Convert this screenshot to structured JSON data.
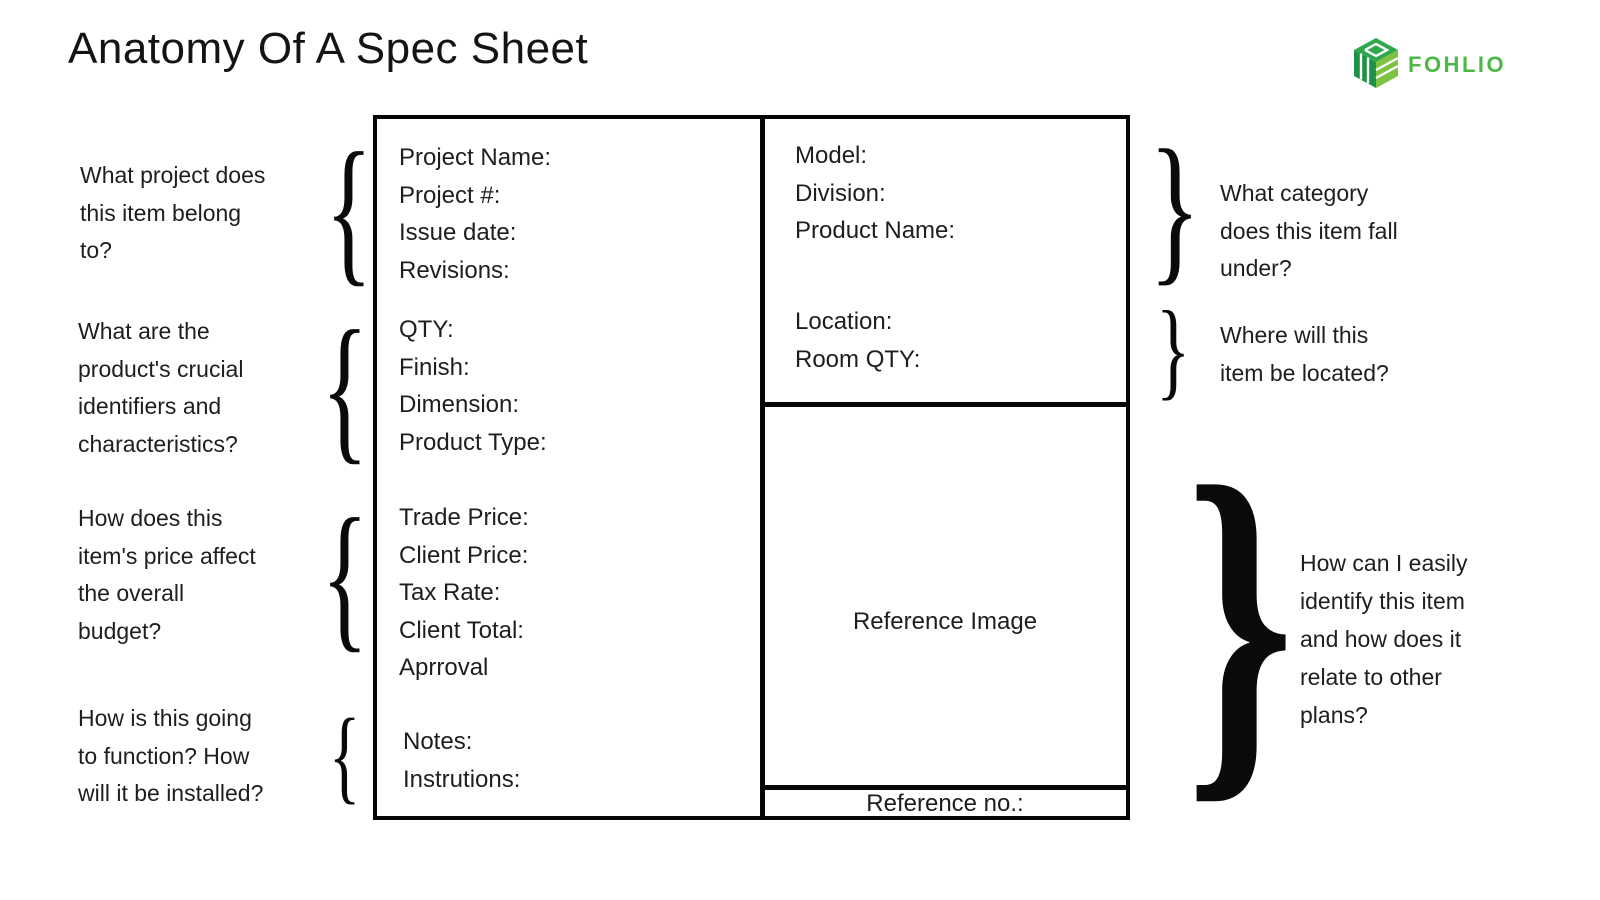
{
  "title": "Anatomy Of A Spec Sheet",
  "logo": {
    "brand_name": "FOHLIO",
    "colors": {
      "brand_green": "#4db848",
      "cube_dark_green": "#1d9347",
      "cube_mid_green": "#2fa84c",
      "cube_light_green": "#7ec242"
    }
  },
  "colors": {
    "text": "#1e1e1e",
    "border": "#060606",
    "background": "#ffffff"
  },
  "glyphs": {
    "brace_open": "{",
    "brace_close": "}"
  },
  "sheet": {
    "project_fields": [
      "Project Name:",
      "Project #:",
      "Issue date:",
      "Revisions:"
    ],
    "identifier_fields": [
      "QTY:",
      "Finish:",
      "Dimension:",
      "Product Type:"
    ],
    "price_fields": [
      "Trade Price:",
      "Client Price:",
      "Tax Rate:",
      "Client Total:",
      "Aprroval"
    ],
    "notes_fields": [
      "Notes:",
      "Instrutions:"
    ],
    "category_fields": [
      "Model:",
      "Division:",
      "Product Name:"
    ],
    "location_fields": [
      "Location:",
      "Room QTY:"
    ],
    "reference_image_label": "Reference Image",
    "reference_no_label": "Reference no.:"
  },
  "annotations": {
    "project": {
      "lines": [
        "What project does",
        "this item belong",
        "to?"
      ]
    },
    "identifiers": {
      "lines": [
        "What are the",
        "product's crucial",
        "identifiers and",
        "characteristics?"
      ]
    },
    "price": {
      "lines": [
        "How does this",
        "item's price affect",
        "the overall",
        "budget?"
      ]
    },
    "function": {
      "lines": [
        "How is this going",
        "to function? How",
        "will it be installed?"
      ]
    },
    "category": {
      "lines": [
        "What category",
        "does this item fall",
        "under?"
      ]
    },
    "location": {
      "lines": [
        "Where will this",
        "item be located?"
      ]
    },
    "reference": {
      "lines": [
        "How can I easily",
        "identify this item",
        "and how does it",
        "relate to other",
        "plans?"
      ]
    }
  }
}
